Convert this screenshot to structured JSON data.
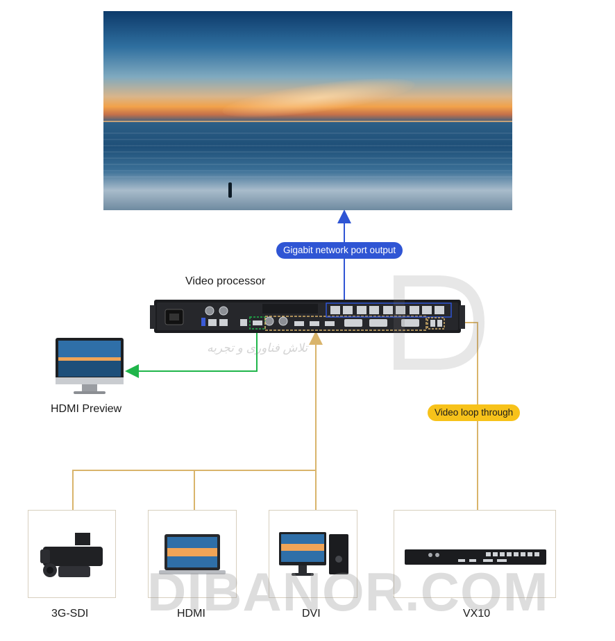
{
  "labels": {
    "gigabit": "Gigabit network port output",
    "video_processor": "Video processor",
    "hdmi_preview": "HDMI Preview",
    "video_loop": "Video loop through",
    "src_sdi": "3G-SDI",
    "src_hdmi": "HDMI",
    "src_dvi": "DVI",
    "src_vx10": "VX10"
  },
  "watermark": {
    "site": "DIBANOR.COM",
    "persian": "تلاش فناوری و تجربه"
  },
  "colors": {
    "output_arrow": "#2f55d4",
    "preview_arrow": "#1fb54a",
    "input_lines": "#d9b46b",
    "pill_blue": "#2f55d4",
    "pill_yellow": "#f7c21a"
  }
}
